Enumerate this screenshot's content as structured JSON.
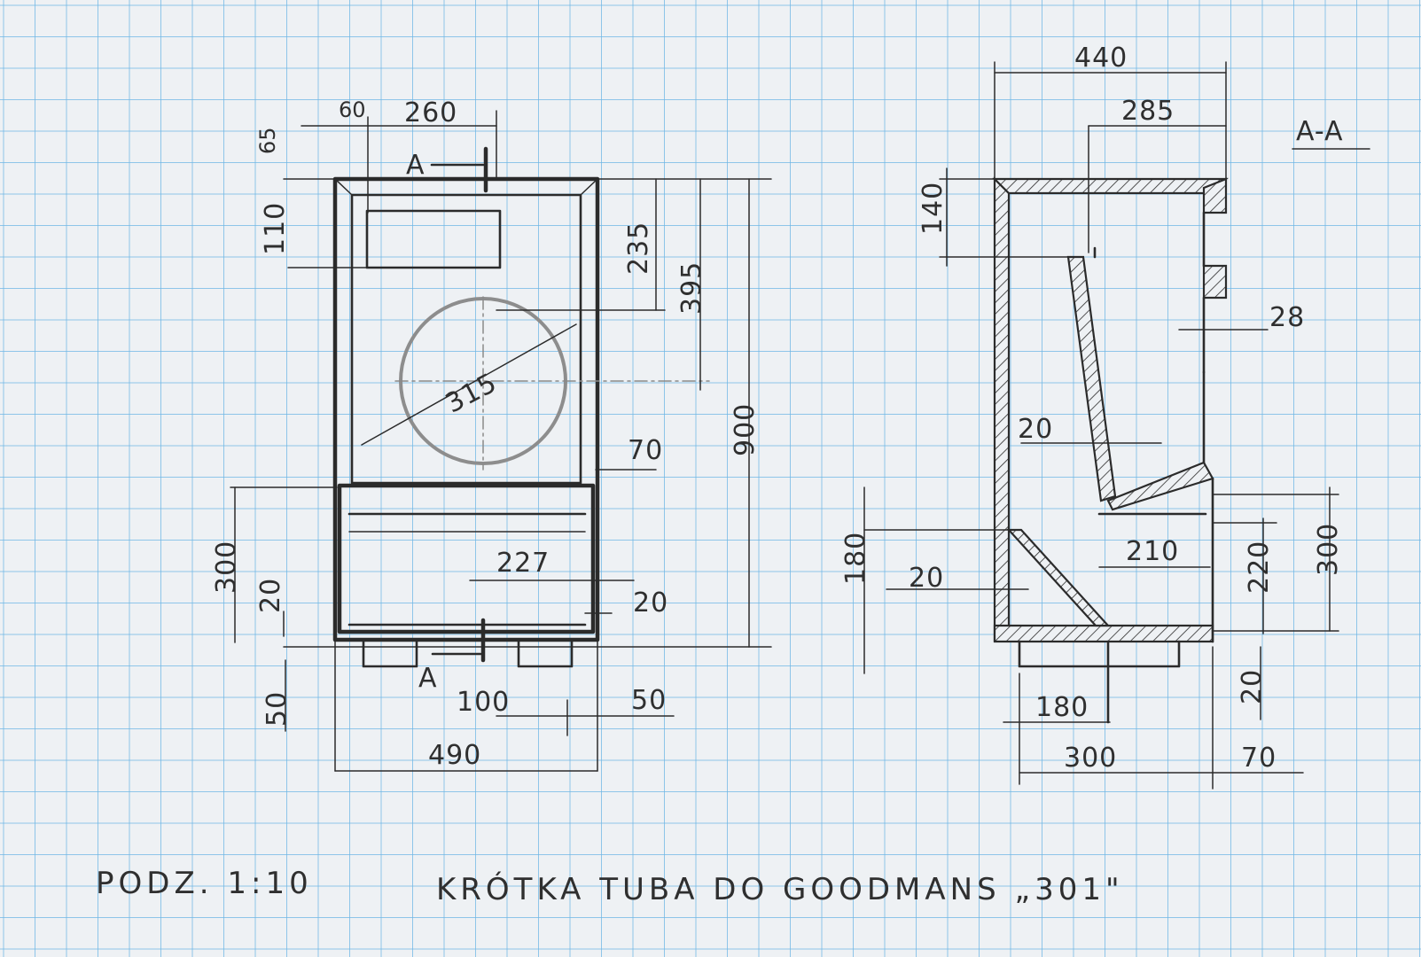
{
  "front_view": {
    "dims": {
      "w60": "60",
      "w260": "260",
      "h65": "65",
      "h110": "110",
      "h235": "235",
      "h395": "395",
      "h900": "900",
      "dia315": "315",
      "w70": "70",
      "w227": "227",
      "h300": "300",
      "t20_left": "20",
      "t20_right": "20",
      "h50": "50",
      "w100": "100",
      "w50": "50",
      "w490": "490"
    },
    "section_marks": {
      "top": "A",
      "bottom": "A"
    }
  },
  "section_view": {
    "label": "A-A",
    "dims": {
      "w440": "440",
      "w285": "285",
      "h140": "140",
      "t28": "28",
      "t20_baffle": "20",
      "h180": "180",
      "t20_low": "20",
      "w210": "210",
      "h220": "220",
      "h300": "300",
      "w180": "180",
      "h20": "20",
      "w300": "300",
      "w70": "70"
    }
  },
  "footer": {
    "scale": "PODZ. 1:10",
    "title": "KRÓTKA TUBA DO GOODMANS „301\""
  }
}
